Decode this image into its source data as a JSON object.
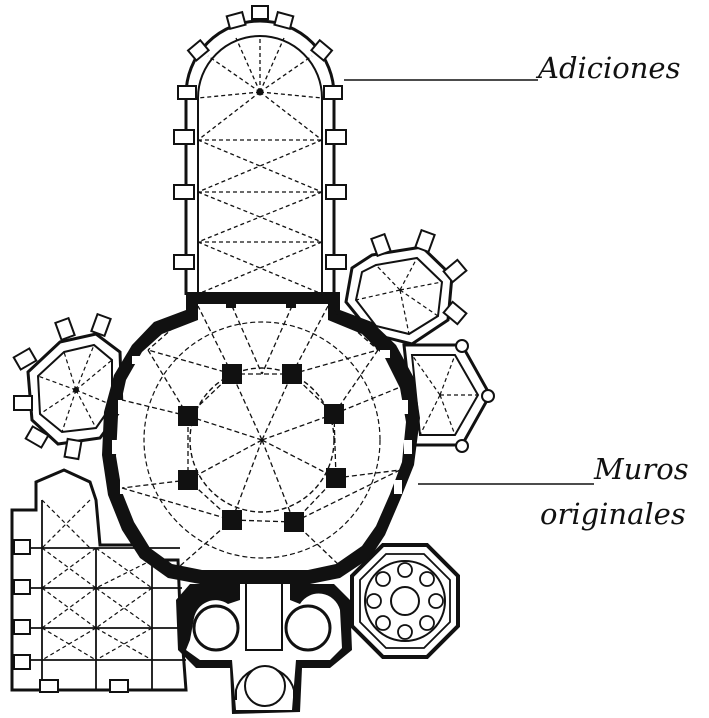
{
  "annotations": {
    "additions": "Adiciones",
    "original_walls_line1": "Muros",
    "original_walls_line2": "originales"
  },
  "colors": {
    "ink": "#111111",
    "paper": "#ffffff"
  }
}
